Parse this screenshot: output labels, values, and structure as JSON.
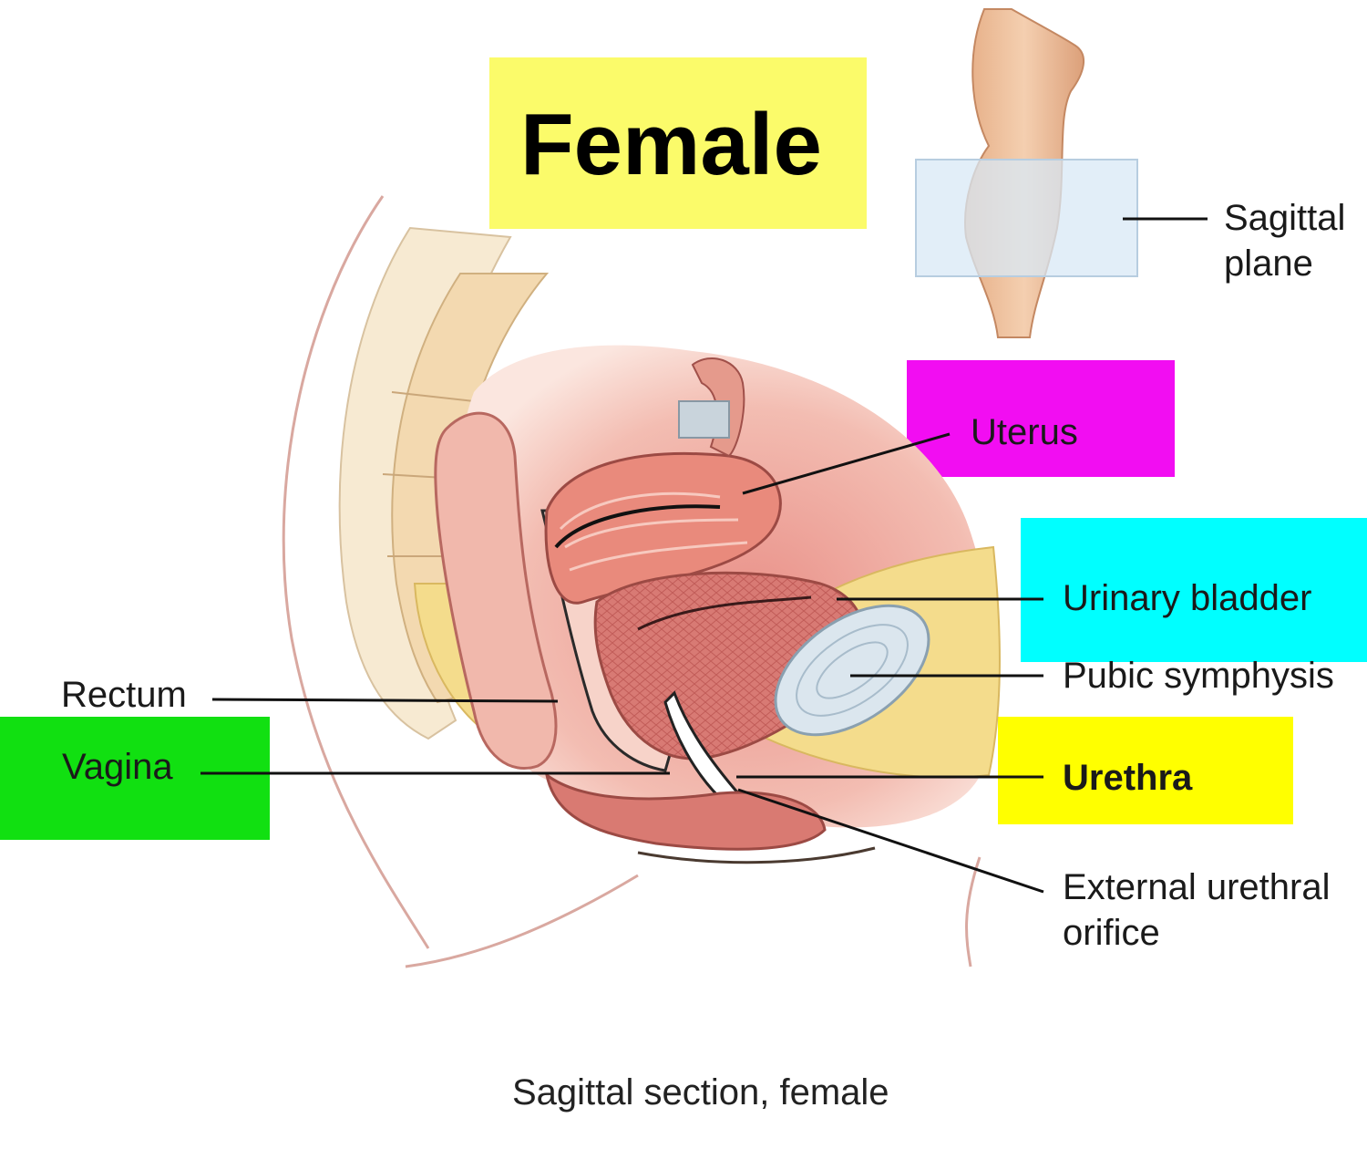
{
  "title": "Female",
  "caption": "Sagittal section, female",
  "labels": {
    "sagittal_plane_line1": "Sagittal",
    "sagittal_plane_line2": "plane",
    "uterus": "Uterus",
    "urinary_bladder": "Urinary bladder",
    "pubic_symphysis": "Pubic symphysis",
    "urethra": "Urethra",
    "external_urethral_orifice_line1": "External urethral",
    "external_urethral_orifice_line2": "orifice",
    "rectum": "Rectum",
    "vagina": "Vagina"
  },
  "colors": {
    "title_box": "#fbfb6a",
    "uterus_box": "#f20df2",
    "bladder_box": "#00ffff",
    "urethra_box": "#ffff00",
    "vagina_box": "#11e011",
    "plane_box": "#d8e8f6"
  }
}
